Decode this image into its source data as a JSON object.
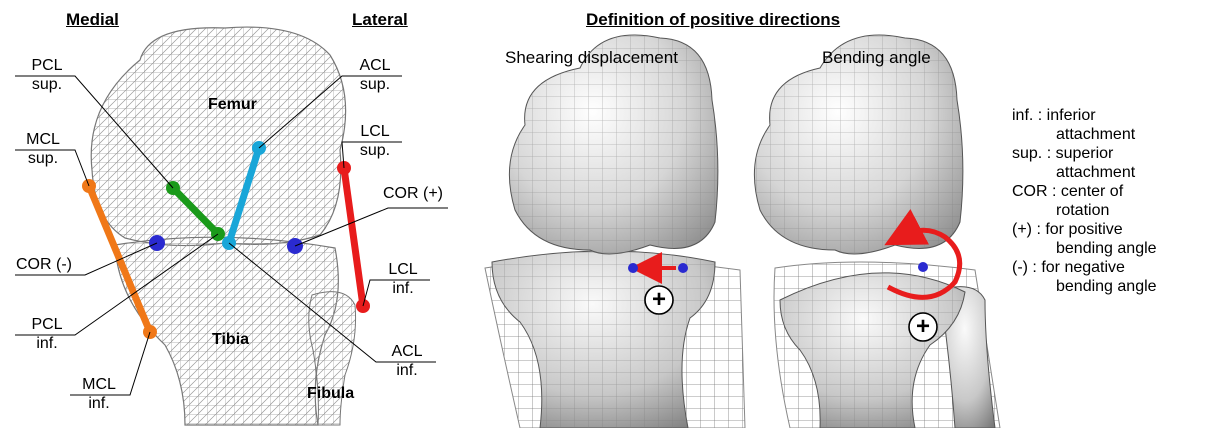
{
  "headers": {
    "medial": "Medial",
    "lateral": "Lateral",
    "definition": "Definition of positive directions"
  },
  "subtitles": {
    "shearing": "Shearing displacement",
    "bending": "Bending angle"
  },
  "anatomy": {
    "femur": "Femur",
    "tibia": "Tibia",
    "fibula": "Fibula"
  },
  "labels": {
    "pcl_sup": [
      "PCL",
      "sup."
    ],
    "mcl_sup": [
      "MCL",
      "sup."
    ],
    "cor_neg": "COR (-)",
    "pcl_inf": [
      "PCL",
      "inf."
    ],
    "mcl_inf": [
      "MCL",
      "inf."
    ],
    "acl_sup": [
      "ACL",
      "sup."
    ],
    "lcl_sup": [
      "LCL",
      "sup."
    ],
    "cor_pos": "COR (+)",
    "lcl_inf": [
      "LCL",
      "inf."
    ],
    "acl_inf": [
      "ACL",
      "inf."
    ]
  },
  "plus_symbol": "+",
  "legend": [
    {
      "key": "inf. : inferior",
      "cont": "attachment"
    },
    {
      "key": "sup. : superior",
      "cont": "attachment"
    },
    {
      "key": "COR : center of",
      "cont": "rotation"
    },
    {
      "key": "(+) : for positive",
      "cont": "bending angle"
    },
    {
      "key": "(-) : for negative",
      "cont": "bending angle"
    }
  ],
  "colors": {
    "pcl": "#1a9a1a",
    "acl": "#19a6d8",
    "mcl": "#f07818",
    "lcl": "#e81c1c",
    "cor": "#2a2ad0",
    "arrow": "#e81c1c",
    "bone_dark": "#8a8a8a",
    "bone_light": "#f4f4f4"
  }
}
